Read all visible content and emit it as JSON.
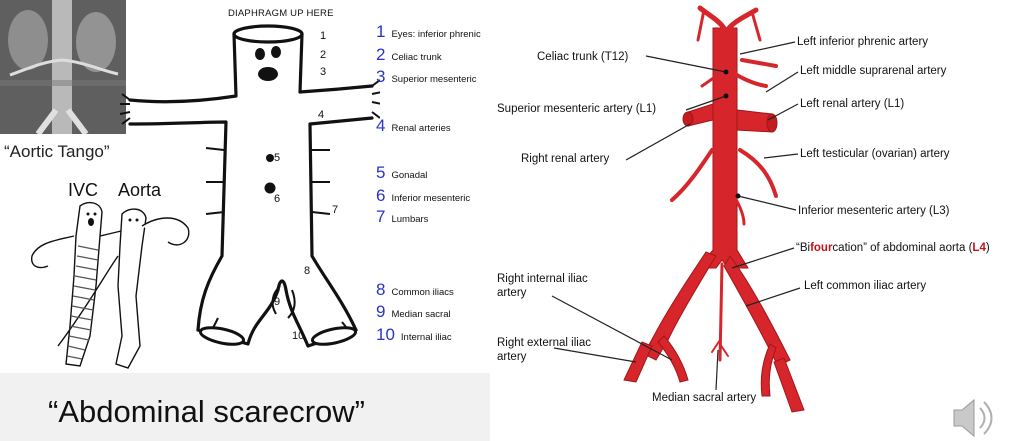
{
  "left": {
    "aortic_tango_caption": "“Aortic Tango”",
    "ivc_label": "IVC",
    "aorta_label": "Aorta"
  },
  "scarecrow": {
    "header": "DIAPHRAGM UP HERE",
    "body_numbers": [
      "1",
      "2",
      "3",
      "4",
      "5",
      "6",
      "7",
      "8",
      "9",
      "10"
    ],
    "legend": [
      {
        "num": "1",
        "text": "Eyes: inferior phrenic"
      },
      {
        "num": "2",
        "text": "Celiac trunk"
      },
      {
        "num": "3",
        "text": "Superior mesenteric"
      },
      {
        "num": "4",
        "text": "Renal arteries"
      },
      {
        "num": "5",
        "text": "Gonadal"
      },
      {
        "num": "6",
        "text": "Inferior mesenteric"
      },
      {
        "num": "7",
        "text": "Lumbars"
      },
      {
        "num": "8",
        "text": "Common iliacs"
      },
      {
        "num": "9",
        "text": "Median sacral"
      },
      {
        "num": "10",
        "text": "Internal iliac"
      }
    ],
    "title": "“Abdominal scarecrow”"
  },
  "aorta_labels": {
    "celiac": "Celiac trunk (T12)",
    "sma": "Superior mesenteric artery (L1)",
    "right_renal": "Right renal artery",
    "left_phrenic": "Left inferior phrenic artery",
    "left_suprarenal": "Left middle suprarenal artery",
    "left_renal": "Left renal artery (L1)",
    "left_testicular": "Left testicular (ovarian) artery",
    "ima": "Inferior mesenteric artery (L3)",
    "bif_pre": "“Bi",
    "bif_red": "four",
    "bif_post": "cation” of abdominal aorta (",
    "bif_l4": "L4",
    "bif_end": ")",
    "right_internal_iliac": [
      "Right internal iliac",
      "artery"
    ],
    "left_common_iliac": "Left common iliac artery",
    "right_external_iliac": [
      "Right external iliac",
      "artery"
    ],
    "median_sacral": "Median sacral artery"
  },
  "colors": {
    "legend_number": "#2a33c8",
    "artery": "#d7262b",
    "artery_dark": "#a31518",
    "highlight": "#c0161b"
  },
  "icons": [
    "speaker-icon"
  ]
}
